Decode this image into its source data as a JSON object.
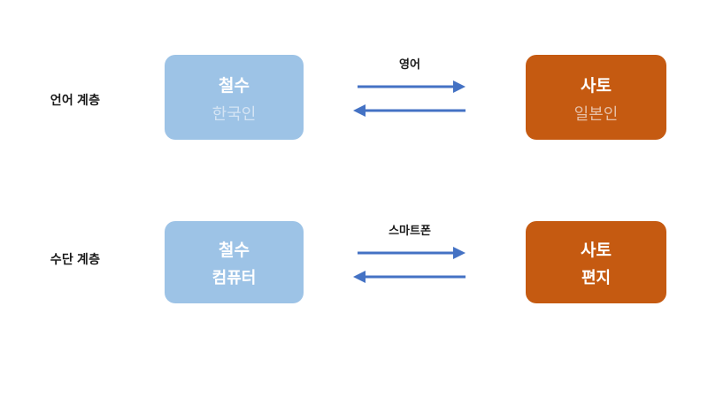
{
  "diagram": {
    "title": "communication-layers",
    "background": "#ffffff",
    "colors": {
      "blue_box": "#9DC3E6",
      "orange_box": "#C55A11",
      "arrow": "#4472C4",
      "label_text": "#1a1a1a",
      "box_title_text": "#ffffff",
      "faded_sub_blue": "#D4E4F4",
      "faded_sub_orange": "#E6BFA6"
    },
    "rows": [
      {
        "layer_label": "언어 계층",
        "left_node": {
          "title": "철수",
          "subtitle": "한국인"
        },
        "right_node": {
          "title": "사토",
          "subtitle": "일본인"
        },
        "connector_label": "영어"
      },
      {
        "layer_label": "수단 계층",
        "left_node": {
          "title": "철수",
          "subtitle": "컴퓨터"
        },
        "right_node": {
          "title": "사토",
          "subtitle": "편지"
        },
        "connector_label": "스마트폰"
      }
    ]
  }
}
